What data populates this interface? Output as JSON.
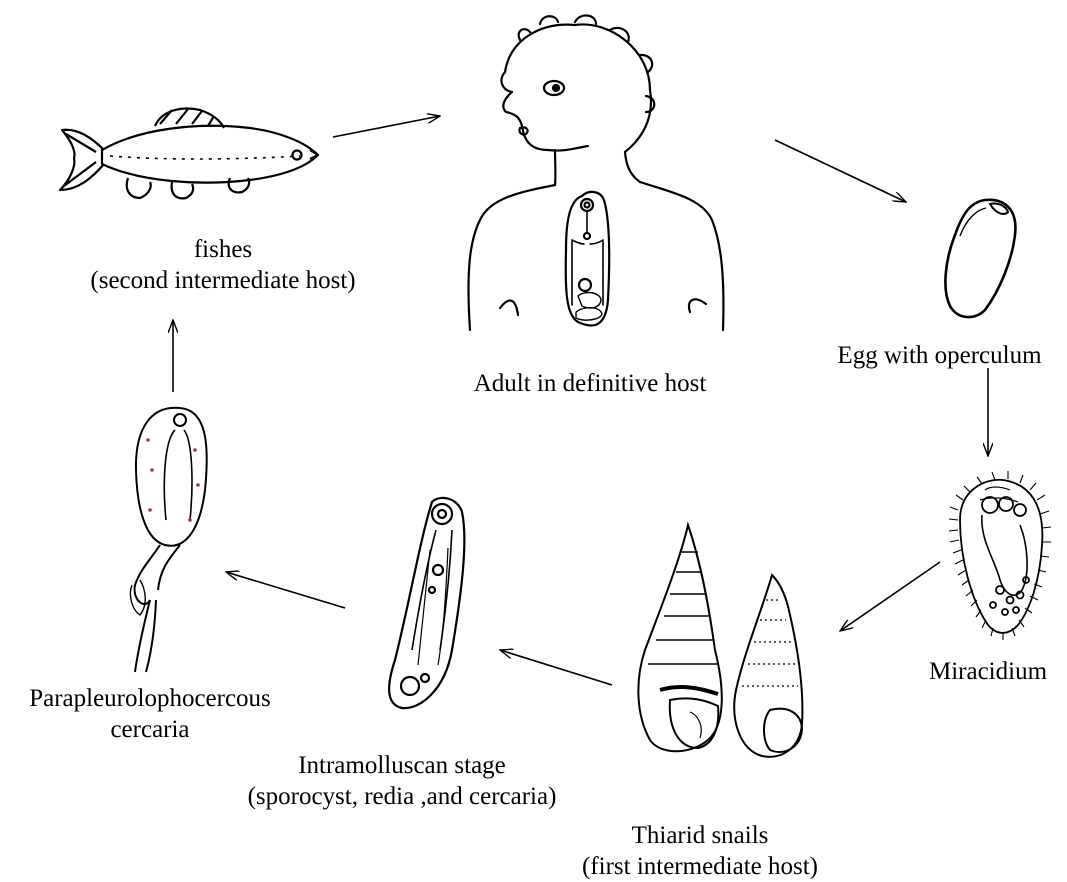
{
  "stages": {
    "fish": {
      "line1": "fishes",
      "line2": "(second intermediate host)",
      "icon": "fish-icon"
    },
    "adult": {
      "line1": "Adult in definitive host",
      "icon": "human-host-icon"
    },
    "egg": {
      "line1": "Egg with operculum",
      "icon": "operculated-egg-icon"
    },
    "miracidium": {
      "line1": "Miracidium",
      "icon": "miracidium-icon"
    },
    "snails": {
      "line1": "Thiarid snails",
      "line2": "(first intermediate host)",
      "icon": "snail-shell-icon"
    },
    "intramolluscan": {
      "line1": "Intramolluscan stage",
      "line2": "(sporocyst, redia ,and cercaria)",
      "icon": "redia-icon"
    },
    "cercaria": {
      "line1": "Parapleurolophocercous",
      "line2": "cercaria",
      "icon": "cercaria-icon"
    }
  },
  "colors": {
    "ink": "#000000",
    "background": "#ffffff",
    "spot": "#b03030"
  }
}
